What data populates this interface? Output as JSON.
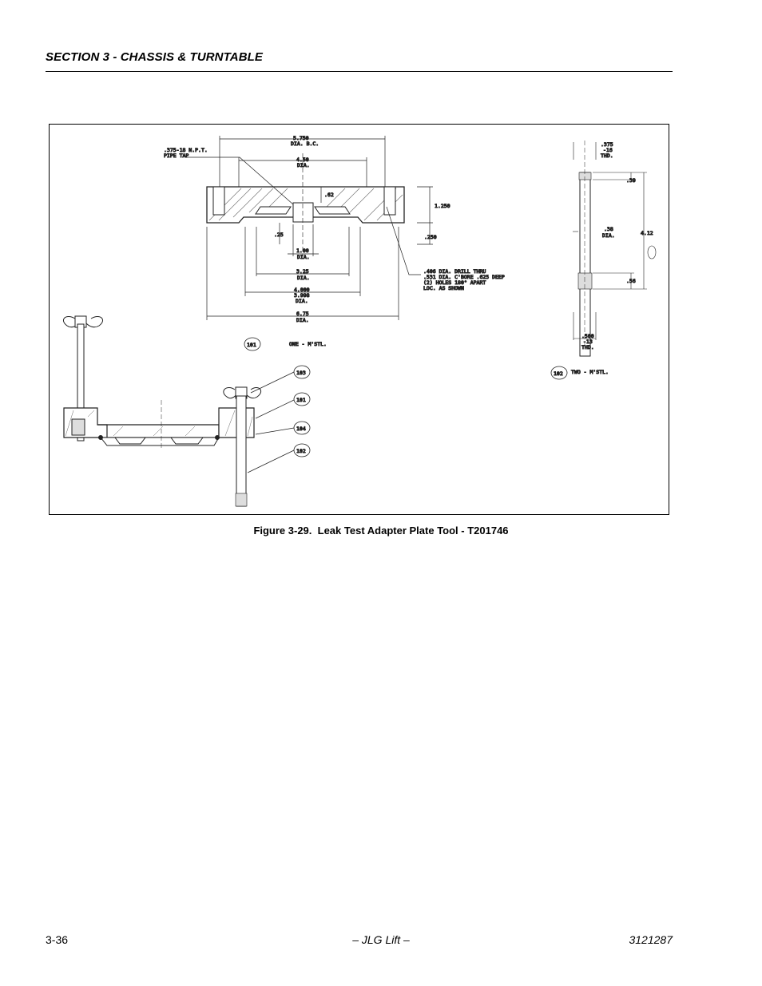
{
  "header": {
    "section_title": "SECTION 3 - CHASSIS & TURNTABLE"
  },
  "figure": {
    "caption_number": "Figure 3-29.",
    "caption_title": "Leak Test Adapter Plate Tool - T201746",
    "drawing_text": {
      "dim_bc": "5.750",
      "dim_bc_sub": "DIA. B.C.",
      "dim_450": "4.50",
      "dim_450_sub": "DIA.",
      "pipe_tap_1": ".375-18 N.P.T.",
      "pipe_tap_2": "PIPE TAP",
      "dim_62": ".62",
      "dim_1250": "1.250",
      "dim_25": ".25",
      "dim_250": ".250",
      "dim_100": "1.00",
      "dim_100_sub": "DIA.",
      "dim_325": "3.25",
      "dim_325_sub": "DIA.",
      "dim_4000": "4.000",
      "dim_3998": "3.998",
      "dim_4000_sub": "DIA.",
      "dim_675": "6.75",
      "dim_675_sub": "DIA.",
      "hole_note_1": ".406 DIA. DRILL THRU",
      "hole_note_2": ".531 DIA. C'BORE .625 DEEP",
      "hole_note_3": "(2) HOLES 180° APART",
      "hole_note_4": "LOC. AS SHOWN",
      "part_101": "101",
      "part_101_desc": "ONE - M'STL.",
      "bolt_thd_1": ".375",
      "bolt_thd_2": "-16",
      "bolt_thd_3": "THD.",
      "dim_39": ".39",
      "dim_38": ".38",
      "dim_38_sub": "DIA.",
      "dim_412": "4.12",
      "dim_56": ".56",
      "bolt_bottom_1": ".500",
      "bolt_bottom_2": "-13",
      "bolt_bottom_3": "THD.",
      "part_102": "102",
      "part_102_desc": "TWO - M'STL.",
      "balloon_103": "103",
      "balloon_101": "101",
      "balloon_104": "104",
      "balloon_102": "102"
    }
  },
  "footer": {
    "page_number": "3-36",
    "center": "– JLG Lift –",
    "doc_number": "3121287"
  }
}
